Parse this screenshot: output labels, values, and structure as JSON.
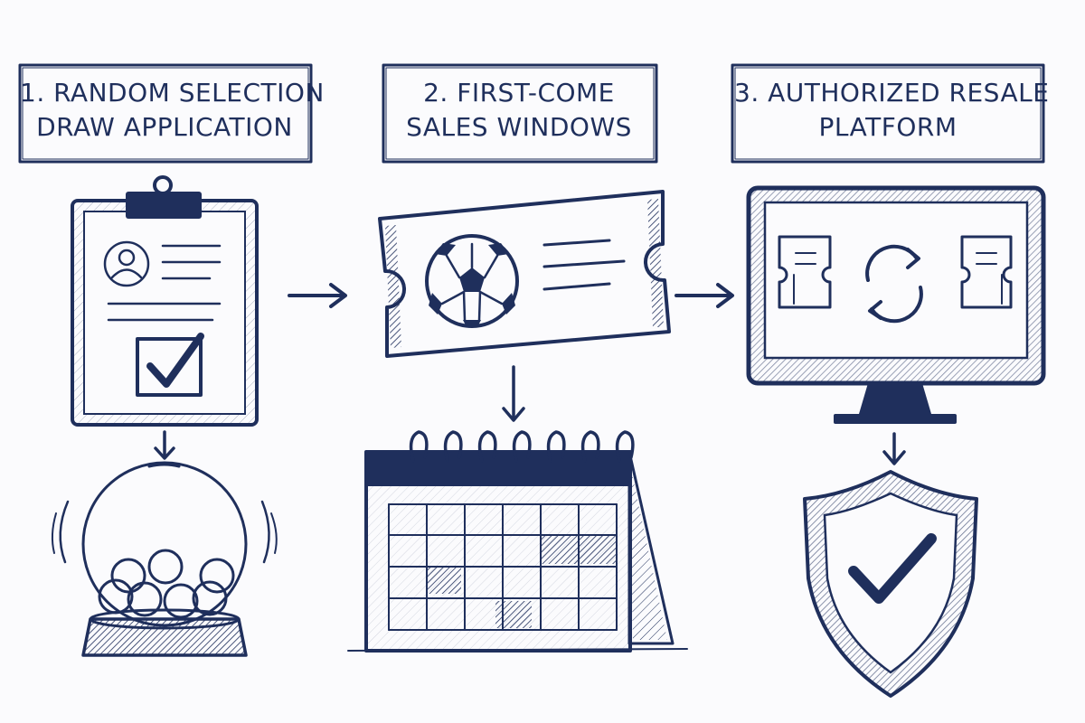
{
  "steps": [
    {
      "label_line1": "1. RANDOM SELECTION",
      "label_line2": "DRAW APPLICATION",
      "icon": "clipboard-icon",
      "outcome_icon": "lottery-drum-icon"
    },
    {
      "label_line1": "2. FIRST-COME",
      "label_line2": "SALES WINDOWS",
      "icon": "soccer-ticket-icon",
      "outcome_icon": "calendar-icon"
    },
    {
      "label_line1": "3. AUTHORIZED RESALE",
      "label_line2": "PLATFORM",
      "icon": "resale-monitor-icon",
      "outcome_icon": "shield-check-icon"
    }
  ],
  "colors": {
    "ink": "#1f2f5c",
    "background": "#fbfbfd"
  }
}
